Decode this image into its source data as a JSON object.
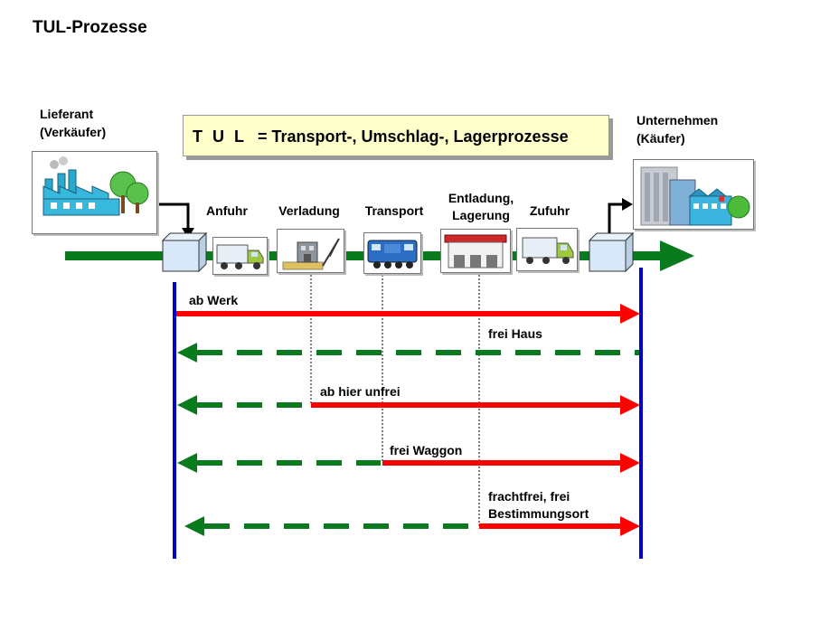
{
  "title": "TUL-Prozesse",
  "supplier": {
    "line1": "Lieferant",
    "line2": "(Verkäufer)"
  },
  "buyer": {
    "line1": "Unternehmen",
    "line2": "(Käufer)"
  },
  "tul": {
    "abbr": "T U L",
    "definition": "= Transport-, Umschlag-, Lagerprozesse"
  },
  "steps": [
    {
      "label": "Anfuhr",
      "icon": "truck-icon"
    },
    {
      "label": "Verladung",
      "icon": "crane-warehouse-icon"
    },
    {
      "label": "Transport",
      "icon": "locomotive-icon"
    },
    {
      "label": "Entladung,",
      "label2": "Lagerung",
      "icon": "warehouse-icon"
    },
    {
      "label": "Zufuhr",
      "icon": "truck-icon"
    }
  ],
  "terms": [
    {
      "label": "ab Werk"
    },
    {
      "label": "frei Haus"
    },
    {
      "label": "ab hier unfrei"
    },
    {
      "label": "frei Waggon"
    },
    {
      "label": "frachtfrei, frei",
      "label2": "Bestimmungsort"
    }
  ],
  "colors": {
    "seller_cost": "#ff0000",
    "buyer_cost": "#0a7a1e",
    "process_line": "#0a7a1e",
    "boundary": "#0000cc",
    "tul_box": "#ffffcc"
  }
}
